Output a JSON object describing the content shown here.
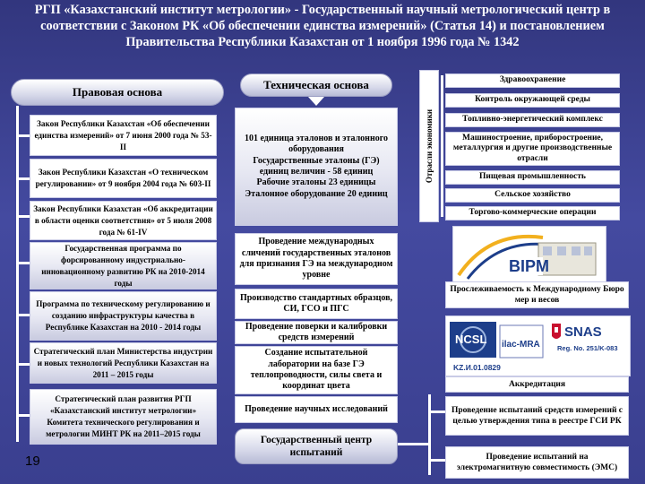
{
  "title": "РГП «Казахстанский институт метрологии» - Государственный научный метрологический центр в соответствии с Законом РК «Об обеспечении единства измерений» (Статья 14) и постановлением Правительства Республики Казахстан от 1 ноября 1996 года № 1342",
  "headers": {
    "legal": "Правовая основа",
    "technical": "Техническая основа"
  },
  "legal_items": [
    "Закон Республики Казахстан «Об обеспечении единства измерений» от 7 июня 2000 года № 53-II",
    "Закон Республики Казахстан «О техническом регулировании» от 9 ноября 2004 года № 603-II",
    "Закон Республики Казахстан «Об аккредитации в области оценки соответствия» от 5 июля 2008 года № 61-IV",
    "Государственная программа по форсированному индустриально-инновационному развитию РК на 2010-2014 годы",
    "Программа по техническому регулированию и созданию инфраструктуры качества в Республике Казахстан на 2010 - 2014 годы",
    "Стратегический план Министерства индустрии и новых технологий Республики Казахстан на 2011 – 2015 годы",
    "Стратегический план развития РГП «Казахстанский институт метрологии» Комитета технического регулирования и метрологии МИНТ РК на 2011–2015 годы"
  ],
  "standards_box": {
    "line1": "101 единица эталонов и эталонного оборудования",
    "line2": "Государственные эталоны (ГЭ) единиц величин - 58 единиц",
    "line3": "Рабочие эталоны 23 единицы",
    "line4": "Эталонное оборудование 20 единиц"
  },
  "activities": [
    "Проведение международных сличений государственных эталонов для признания ГЭ на международном уровне",
    "Производство стандартных образцов, СИ, ГСО и ПГС",
    "Проведение поверки и калибровки средств измерений",
    "Создание испытательной лаборатории на базе ГЭ теплопроводности, силы света и координат цвета",
    "Проведение научных исследований"
  ],
  "center": "Государственный центр испытаний",
  "economy_label": "Отрасли экономики",
  "sectors": [
    "Здравоохранение",
    "Контроль окружающей среды",
    "Топливно-энергетический комплекс",
    "Машиностроение, приборостроение, металлургия и другие производственные отрасли",
    "Пищевая промышленность",
    "Сельское хозяйство",
    "Торгово-коммерческие операции"
  ],
  "bipm": {
    "logo_text": "BIPM",
    "caption": "Прослеживаемость к Международному Бюро мер и весов"
  },
  "accreditation": {
    "logo_ncsl": "NCSL",
    "logo_ilac": "ilac-MRA",
    "logo_snas": "SNAS",
    "snas_reg": "Reg. No. 251/K-083",
    "kz_reg": "KZ.И.01.0829",
    "caption": "Аккредитация"
  },
  "tests": [
    "Проведение испытаний средств измерений с целью утверждения типа в реестре ГСИ РК",
    "Проведение испытаний на электромагнитную совместимость (ЭМС)"
  ],
  "slide_number": "19",
  "colors": {
    "background": "#3a3f8f",
    "box": "#ffffff",
    "bipm_arc": "#f2b01e",
    "bipm_blue": "#1d3e8a",
    "snas_red": "#c8102e"
  }
}
